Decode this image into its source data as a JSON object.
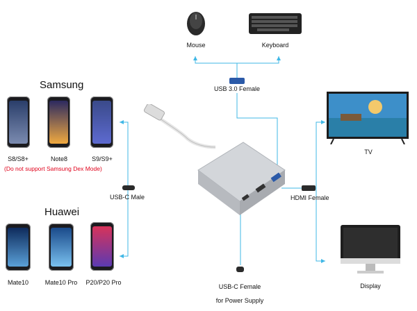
{
  "devices": {
    "mouse": {
      "label": "Mouse",
      "icon": "mouse-icon"
    },
    "keyboard": {
      "label": "Keyboard",
      "icon": "keyboard-icon"
    },
    "tv": {
      "label": "TV",
      "icon": "tv-icon"
    },
    "display": {
      "label": "Display",
      "icon": "monitor-icon"
    }
  },
  "ports": {
    "usb3": "USB 3.0 Female",
    "hdmi": "HDMI Female",
    "usbc_male": "USB-C Male",
    "usbc_female_line1": "USB-C Female",
    "usbc_female_line2": "for Power Supply"
  },
  "samsung": {
    "brand": "Samsung",
    "phones": [
      "S8/S8+",
      "Note8",
      "S9/S9+"
    ],
    "note": "(Do not support Samsung Dex Mode)"
  },
  "huawei": {
    "brand": "Huawei",
    "phones": [
      "Mate10",
      "Mate10 Pro",
      "P20/P20 Pro"
    ]
  },
  "colors": {
    "wire": "#3fb7e6",
    "warning": "#e0001a",
    "hub_body": "#c9ccd1"
  }
}
